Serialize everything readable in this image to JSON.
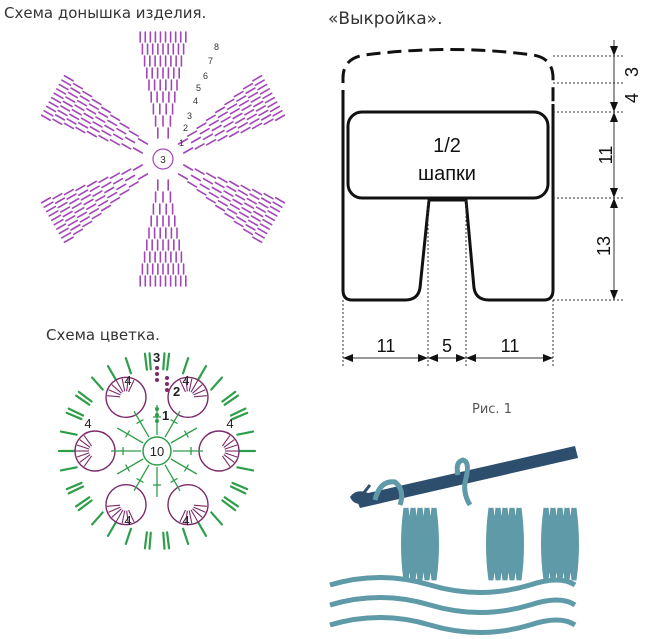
{
  "bottom_scheme": {
    "caption": "Схема донышка изделия.",
    "center_label": "3",
    "row_labels": [
      "1",
      "2",
      "3",
      "4",
      "5",
      "6",
      "7",
      "8"
    ],
    "color": "#a346b8"
  },
  "pattern": {
    "caption": "«Выкройка».",
    "piece_label_line1": "1/2",
    "piece_label_line2": "шапки",
    "dim_right": [
      "3",
      "4",
      "11",
      "13"
    ],
    "dim_bottom": [
      "11",
      "5",
      "11"
    ]
  },
  "flower_scheme": {
    "caption": "Схема цветка.",
    "center_label": "10",
    "row_labels": [
      "1",
      "2",
      "3"
    ],
    "petal_labels": [
      "4",
      "4",
      "4",
      "4",
      "4",
      "4"
    ],
    "colors": {
      "inner": "#2e9e4a",
      "middle": "#7b2a6a",
      "outer": "#2e9e4a"
    }
  },
  "figure": {
    "caption": "Рис. 1",
    "colors": {
      "hook": "#2e4e6e",
      "yarn": "#5f9aa8"
    }
  }
}
